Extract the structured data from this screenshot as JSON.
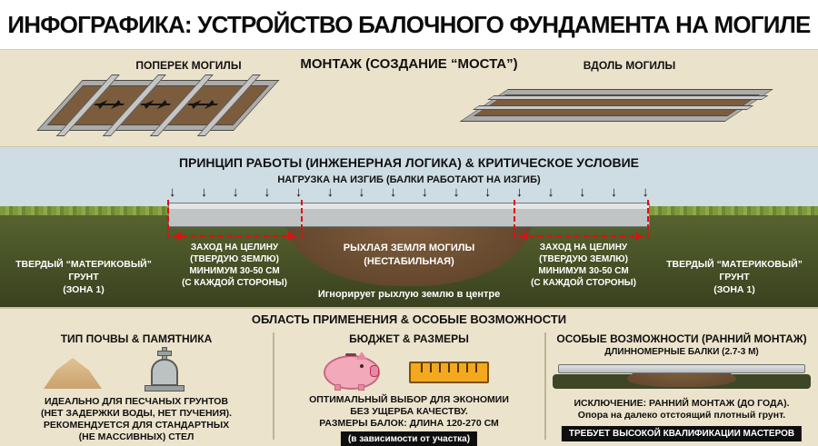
{
  "header": {
    "title": "ИНФОГРАФИКА: УСТРОЙСТВО БАЛОЧНОГО ФУНДАМЕНТА НА МОГИЛЕ"
  },
  "montage": {
    "title": "МОНТАЖ (СОЗДАНИЕ “МОСТА”)",
    "across_label": "ПОПЕРЕК МОГИЛЫ",
    "along_label": "ВДОЛЬ МОГИЛЫ"
  },
  "principle": {
    "title": "ПРИНЦИП РАБОТЫ (ИНЖЕНЕРНАЯ ЛОГИКА) & КРИТИЧЕСКОЕ УСЛОВИЕ",
    "load_label": "НАГРУЗКА НА ИЗГИБ (БАЛКИ РАБОТАЮТ НА ИЗГИБ)",
    "left_zone": "ТВЕРДЫЙ “МАТЕРИКОВЫЙ” ГРУНТ\n(ЗОНА 1)",
    "right_zone": "ТВЕРДЫЙ “МАТЕРИКОВЫЙ” ГРУНТ\n(ЗОНА 1)",
    "overlap_left": "ЗАХОД НА ЦЕЛИНУ\n(ТВЕРДУЮ ЗЕМЛЮ)\nМИНИМУМ 30-50 СМ\n(С КАЖДОЙ СТОРОНЫ)",
    "overlap_right": "ЗАХОД НА ЦЕЛИНУ\n(ТВЕРДУЮ ЗЕМЛЮ)\nМИНИМУМ 30-50 СМ\n(С КАЖДОЙ СТОРОНЫ)",
    "grave_soil": "РЫХЛАЯ ЗЕМЛЯ МОГИЛЫ\n(НЕСТАБИЛЬНАЯ)",
    "ignore_note": "Игнорирует рыхлую землю в центре"
  },
  "application": {
    "title": "ОБЛАСТЬ ПРИМЕНЕНИЯ & ОСОБЫЕ ВОЗМОЖНОСТИ",
    "columns": [
      {
        "title": "ТИП ПОЧВЫ & ПАМЯТНИКА",
        "text": "ИДЕАЛЬНО ДЛЯ ПЕСЧАНЫХ ГРУНТОВ\n(НЕТ ЗАДЕРЖКИ ВОДЫ, НЕТ ПУЧЕНИЯ).\nРЕКОМЕНДУЕТСЯ ДЛЯ СТАНДАРТНЫХ\n(НЕ МАССИВНЫХ) СТЕЛ"
      },
      {
        "title": "БЮДЖЕТ & РАЗМЕРЫ",
        "text": "ОПТИМАЛЬНЫЙ ВЫБОР ДЛЯ ЭКОНОМИИ\nБЕЗ УЩЕРБА КАЧЕСТВУ.\nРАЗМЕРЫ БАЛОК: ДЛИНА 120-270 СМ",
        "note": "(в зависимости от участка)"
      },
      {
        "title": "ОСОБЫЕ ВОЗМОЖНОСТИ (РАННИЙ МОНТАЖ)",
        "beam_label": "ДЛИННОМЕРНЫЕ БАЛКИ (2.7-3 М)",
        "text": "ИСКЛЮЧЕНИЕ: РАННИЙ МОНТАЖ (ДО ГОДА).\nОпора на далеко отстоящий плотный грунт.",
        "note": "ТРЕБУЕТ ВЫСОКОЙ КВАЛИФИКАЦИИ МАСТЕРОВ"
      }
    ]
  },
  "colors": {
    "accent_red": "#e01010",
    "sky": "#cedde3",
    "grass": "#7f9a3c",
    "hard_soil": "#46502a",
    "grave_soil": "#6f4f31",
    "concrete": "#c3c7c7",
    "sand": "#d9b888",
    "pig_pink": "#f2a9ba",
    "ruler_orange": "#f3a81e"
  }
}
